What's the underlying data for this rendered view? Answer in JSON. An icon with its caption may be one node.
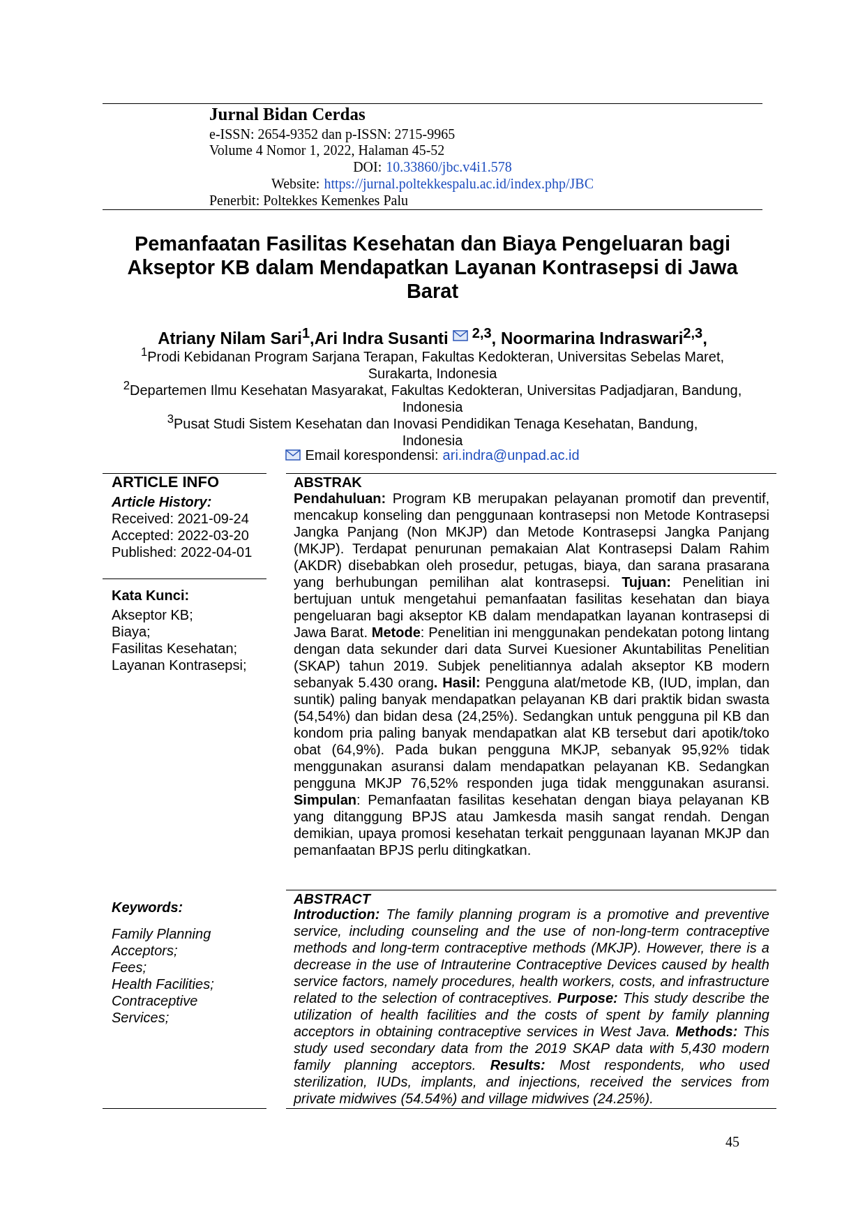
{
  "diagram": {
    "title": "Pemanfaatan Fasilitas Kesehatan dan Biaya Pengeluaran bagi Akseptor KB dalam Mendapatkan Layanan Kontrasepsi di Jawa Barat",
    "labels": [
      "Jurnal Bidan Cerdas",
      "e-ISSN: 2654-9352 dan p-ISSN: 2715-9965",
      "Volume 4 Nomor 1, 2022, Halaman 45-52",
      "DOI:",
      "10.33860/jbc.v4i1.578",
      "Website:",
      "https://jurnal.poltekkespalu.ac.id/index.php/JBC",
      "Penerbit: Poltekkes Kemenkes Palu",
      "Atriany Nilam Sari$^{1}$,Ari Indra Susanti",
      "$^{2,3}$, Noormarina Indraswari$^{2,3}$,",
      "$^{1}$Prodi Kebidanan Program Sarjana Terapan, Fakultas Kedokteran, Universitas Sebelas Maret, Surakarta, Indonesia",
      "$^{2}$Departemen Ilmu Kesehatan Masyarakat, Fakultas Kedokteran, Universitas Padjadjaran, Bandung, Indonesia",
      "$^{3}$Pusat Studi Sistem Kesehatan dan Inovasi Pendidikan Tenaga Kesehatan, Bandung, Indonesia",
      "Email korespondensi:",
      "ari.indra@unpad.ac.id",
      "ARTICLE INFO",
      "Article History:",
      "Received: 2021-09-24",
      "Accepted: 2022-03-20",
      "Published: 2022-04-01",
      "Kata Kunci:",
      "Akseptor KB;",
      "Biaya;",
      "Fasilitas Kesehatan;",
      "Layanan Kontrasepsi;",
      "ABSTRAK",
      "**Pendahuluan:** Program KB merupakan pelayanan promotif dan preventif, mencakup konseling dan penggunaan kontrasepsi non Metode Kontrasepsi Jangka Panjang (Non MKJP) dan Metode Kontrasepsi Jangka Panjang (MKJP). Terdapat penurunan pemakaian Alat Kontrasepsi Dalam Rahim (AKDR) disebabkan oleh prosedur, petugas, biaya, dan sarana prasarana yang berhubungan pemilihan alat kontrasepsi. **Tujuan:** Penelitian ini bertujuan untuk mengetahui pemanfaatan fasilitas kesehatan dan biaya pengeluaran bagi akseptor KB dalam mendapatkan layanan kontrasepsi di Jawa Barat. **Metode**: Penelitian ini menggunakan pendekatan potong lintang dengan data sekunder dari data Survei Kuesioner Akuntabilitas Penelitian (SKAP) tahun 2019. Subjek penelitiannya adalah akseptor KB modern sebanyak 5.430 orang**. Hasil:** Pengguna alat/metode KB, (IUD, implan, dan suntik) paling banyak mendapatkan pelayanan KB dari praktik bidan swasta (54,54%) dan bidan desa (24,25%). Sedangkan untuk pengguna pil KB dan kondom pria paling banyak mendapatkan alat KB tersebut dari apotik/toko obat (64,9%). Pada bukan pengguna MKJP, sebanyak 95,92% tidak menggunakan asuransi dalam mendapatkan pelayanan KB. Sedangkan pengguna MKJP 76,52% responden juga tidak menggunakan asuransi. **Simpulan**: Pemanfaatan fasilitas kesehatan dengan biaya pelayanan KB yang ditanggung BPJS atau Jamkesda masih sangat rendah. Dengan demikian, upaya promosi kesehatan terkait penggunaan layanan MKJP dan pemanfaatan BPJS perlu ditingkatkan.",
      "Keywords:",
      "Family Planning Acceptors;",
      "Fees;",
      "Health Facilities;",
      "Contraceptive Services;",
      "ABSTRACT",
      "**Introduction:** The family planning program is a promotive and preventive service, including counseling and the use of non-long-term contraceptive methods and long-term contraceptive methods (MKJP). However, there is a decrease in the use of Intrauterine Contraceptive Devices caused by health service factors, namely procedures, health workers, costs, and infrastructure related to the selection of contraceptives. **Purpose:** This study describe the utilization of health facilities and the costs of spent by family planning acceptors in obtaining contraceptive services in West Java. **Methods:** This study used secondary data from the 2019 SKAP data with 5,430 modern family planning acceptors. **Results:** Most respondents, who used sterilization, IUDs, implants, and injections, received the services from private midwives (54.54%) and village midwives (24.25%).",
      "45"
    ]
  }
}
